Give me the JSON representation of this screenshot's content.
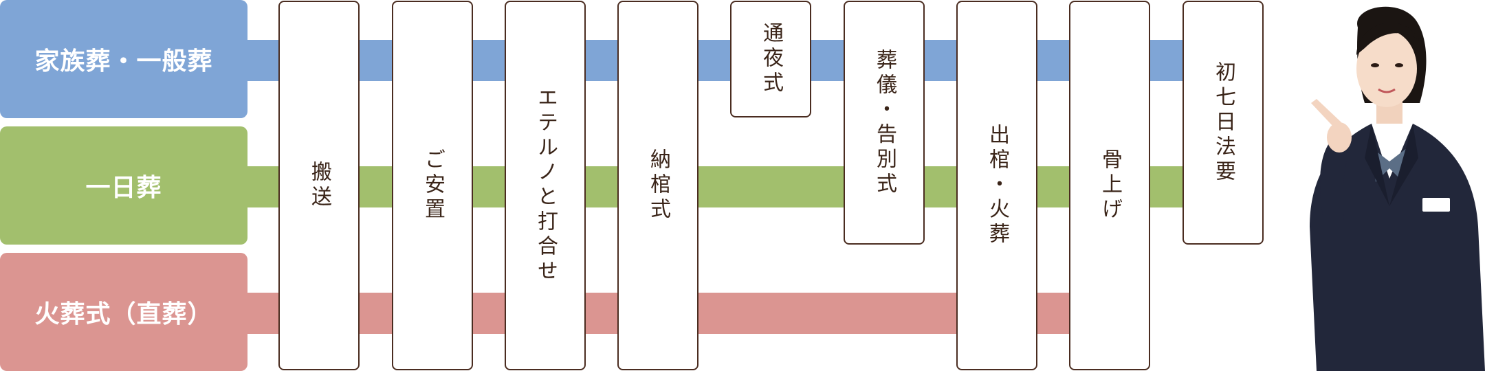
{
  "rows": [
    {
      "label": "家族葬・一般葬",
      "color": "#7fa5d6"
    },
    {
      "label": "一日葬",
      "color": "#a2bf6d"
    },
    {
      "label": "火葬式（直葬）",
      "color": "#db9591"
    }
  ],
  "steps": [
    {
      "label": "搬送",
      "applies_to": [
        "家族葬・一般葬",
        "一日葬",
        "火葬式（直葬）"
      ]
    },
    {
      "label": "ご安置",
      "applies_to": [
        "家族葬・一般葬",
        "一日葬",
        "火葬式（直葬）"
      ]
    },
    {
      "label": "エテルノと打合せ",
      "applies_to": [
        "家族葬・一般葬",
        "一日葬",
        "火葬式（直葬）"
      ]
    },
    {
      "label": "納棺式",
      "applies_to": [
        "家族葬・一般葬",
        "一日葬",
        "火葬式（直葬）"
      ]
    },
    {
      "label": "通夜式",
      "applies_to": [
        "家族葬・一般葬"
      ]
    },
    {
      "label": "葬儀・告別式",
      "applies_to": [
        "家族葬・一般葬",
        "一日葬"
      ]
    },
    {
      "label": "出棺・火葬",
      "applies_to": [
        "家族葬・一般葬",
        "一日葬",
        "火葬式（直葬）"
      ]
    },
    {
      "label": "骨上げ",
      "applies_to": [
        "家族葬・一般葬",
        "一日葬",
        "火葬式（直葬）"
      ]
    },
    {
      "label": "初七日法要",
      "applies_to": [
        "家族葬・一般葬",
        "一日葬"
      ]
    }
  ],
  "colors": {
    "box_border": "#4a2c20",
    "text": "#3a2418",
    "suit": "#22273a"
  },
  "illustration": {
    "icon": "staff-woman-pointing-icon"
  }
}
